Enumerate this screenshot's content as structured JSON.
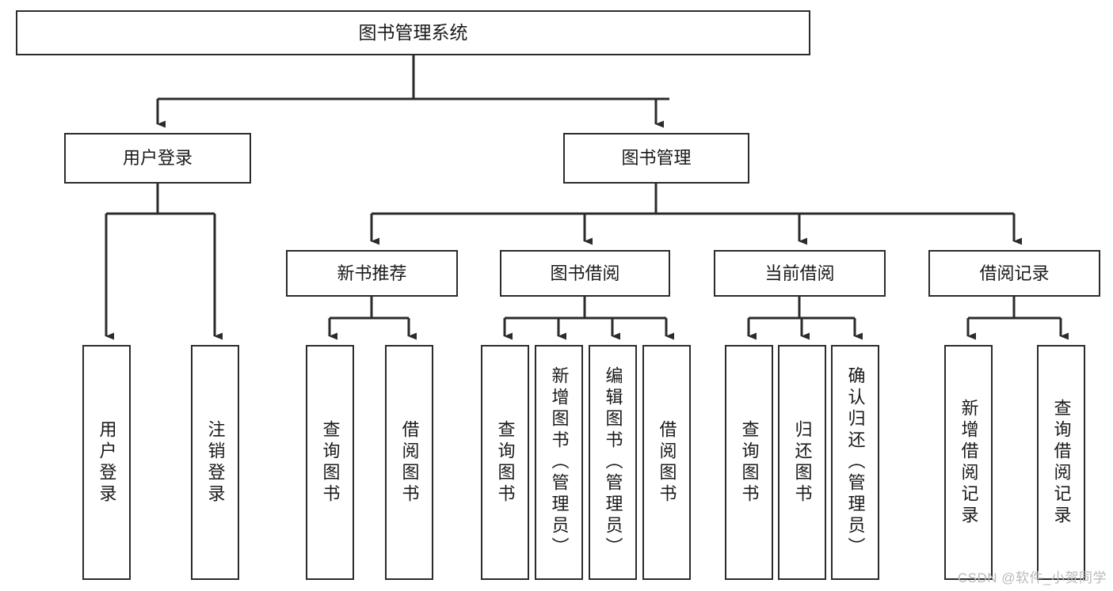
{
  "diagram": {
    "title": "图书管理系统",
    "type": "hierarchy-tree",
    "watermark": "CSDN @软件_小贺同学",
    "colors": {
      "box_border": "#2b2b2b",
      "box_fill": "#ffffff",
      "connector": "#2b2b2b",
      "text": "#1a1a1a",
      "watermark": "#b9b9b9",
      "background": "#ffffff"
    }
  },
  "nodes": {
    "root": {
      "label": "图书管理系统"
    },
    "level1": [
      {
        "id": "user-login",
        "label": "用户登录"
      },
      {
        "id": "book-manage",
        "label": "图书管理"
      }
    ],
    "level2": [
      {
        "id": "new-book-recommend",
        "label": "新书推荐"
      },
      {
        "id": "book-borrow",
        "label": "图书借阅"
      },
      {
        "id": "current-borrow",
        "label": "当前借阅"
      },
      {
        "id": "borrow-record",
        "label": "借阅记录"
      }
    ],
    "leaves": {
      "user-login": [
        {
          "id": "leaf-user-login",
          "label": "用户登录"
        },
        {
          "id": "leaf-logout-login",
          "label": "注销登录"
        }
      ],
      "new-book-recommend": [
        {
          "id": "leaf-query-book-1",
          "label": "查询图书"
        },
        {
          "id": "leaf-borrow-book-1",
          "label": "借阅图书"
        }
      ],
      "book-borrow": [
        {
          "id": "leaf-query-book-2",
          "label": "查询图书"
        },
        {
          "id": "leaf-add-book",
          "label": "新增图书（管理员）"
        },
        {
          "id": "leaf-edit-book",
          "label": "编辑图书（管理员）"
        },
        {
          "id": "leaf-borrow-book-2",
          "label": "借阅图书"
        }
      ],
      "current-borrow": [
        {
          "id": "leaf-query-book-3",
          "label": "查询图书"
        },
        {
          "id": "leaf-return-book",
          "label": "归还图书"
        },
        {
          "id": "leaf-confirm-return",
          "label": "确认归还（管理员）"
        }
      ],
      "borrow-record": [
        {
          "id": "leaf-add-record",
          "label": "新增借阅记录"
        },
        {
          "id": "leaf-query-record",
          "label": "查询借阅记录"
        }
      ]
    }
  }
}
